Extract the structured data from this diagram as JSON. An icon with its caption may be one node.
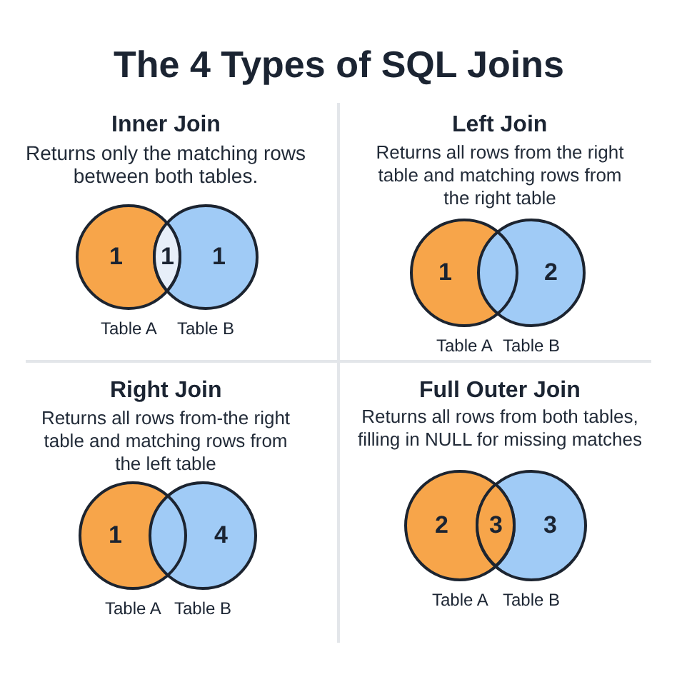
{
  "diagram": {
    "title": "The 4 Types of SQL Joins",
    "nodes": [
      {
        "text": [
          "1"
        ],
        "beside": [
          "Table A"
        ]
      },
      {
        "text": [
          "1"
        ]
      },
      {
        "text": [
          "1"
        ],
        "beside": [
          "Table B"
        ]
      },
      {
        "text": [
          "1"
        ],
        "beside": [
          "Table A"
        ]
      },
      {
        "text": [
          "2"
        ],
        "beside": [
          "Table B"
        ]
      },
      {
        "text": [
          "1"
        ],
        "beside": [
          "Table A"
        ]
      },
      {
        "text": [
          "4"
        ],
        "beside": [
          "Table B"
        ]
      },
      {
        "text": [
          "2"
        ],
        "beside": [
          "Table A"
        ]
      },
      {
        "text": [
          "3"
        ]
      },
      {
        "text": [
          "3"
        ],
        "beside": [
          "Table B"
        ]
      }
    ],
    "labels": [
      "Inner Join",
      "Returns only the matching rows between both tables.",
      "Left Join",
      "Returns all rows from the right table and matching rows from the right table",
      "Right Join",
      "Returns all rows from-the right table and matching rows from the left table",
      "Full Outer Join",
      "Returns all rows from both tables, filling in NULL for missing matches"
    ]
  }
}
